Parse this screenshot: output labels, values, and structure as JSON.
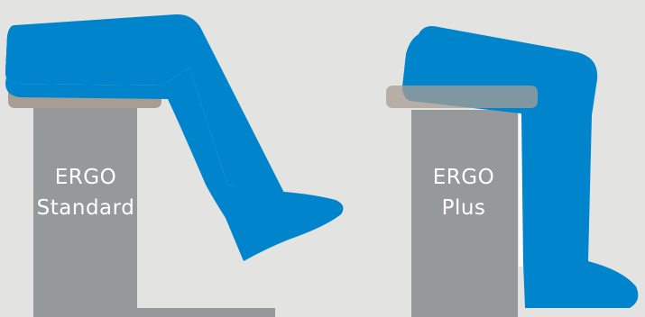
{
  "chairs": [
    {
      "id": "standard",
      "line1": "ERGO",
      "line2": "Standard"
    },
    {
      "id": "plus",
      "line1": "ERGO",
      "line2": "Plus"
    }
  ],
  "colors": {
    "background": "#e3e3e1",
    "leg": "#0084cc",
    "seat_cushion": "#a89d93",
    "chair_base": "#96999a",
    "base_highlight": "#ffffff",
    "label_text": "#ffffff"
  }
}
